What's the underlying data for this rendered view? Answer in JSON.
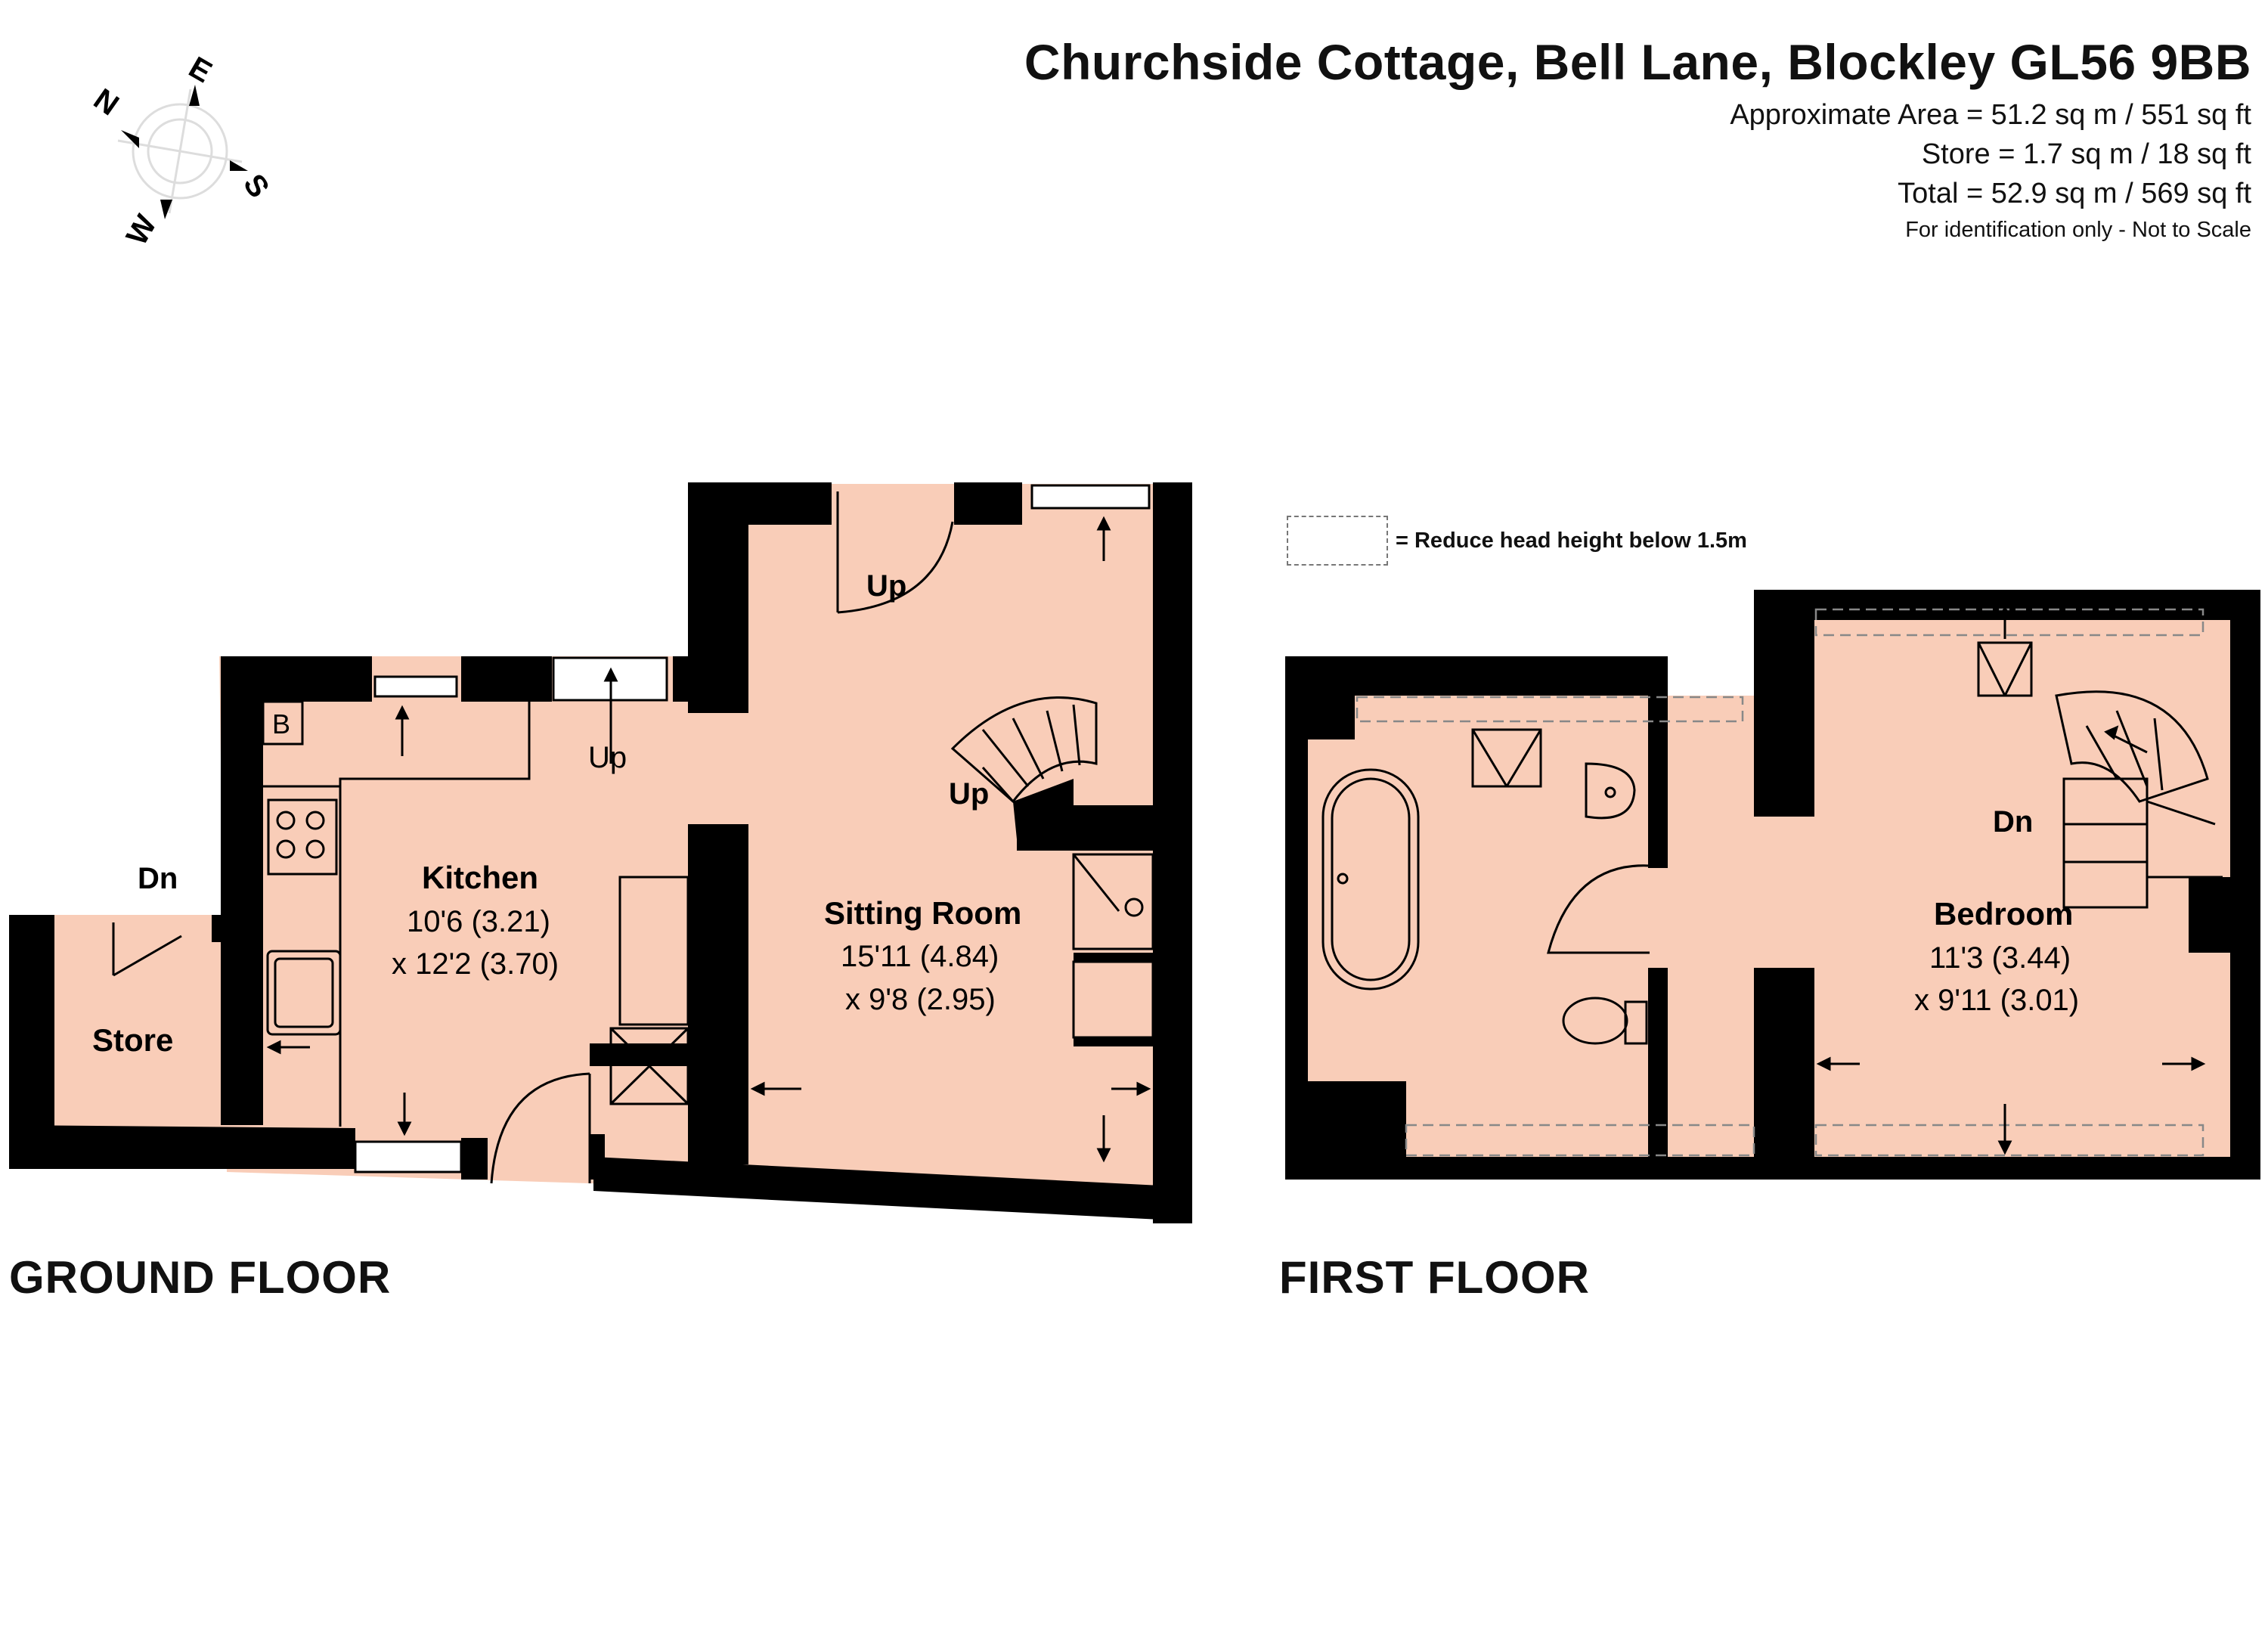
{
  "header": {
    "title": "Churchside Cottage, Bell Lane, Blockley GL56 9BB",
    "approx_area": "Approximate Area = 51.2 sq m / 551 sq ft",
    "store_area": "Store = 1.7 sq m / 18 sq ft",
    "total_area": "Total = 52.9 sq m / 569 sq ft",
    "disclaimer": "For identification only - Not to Scale"
  },
  "compass": {
    "n": "N",
    "e": "E",
    "s": "S",
    "w": "W"
  },
  "legend": {
    "text": "= Reduce head height below 1.5m"
  },
  "ground_floor": {
    "label": "GROUND FLOOR",
    "boiler": "B",
    "store": {
      "name": "Store",
      "stair": "Dn"
    },
    "kitchen": {
      "name": "Kitchen",
      "dim1": "10'6 (3.21)",
      "dim2": "x 12'2 (3.70)",
      "stair": "Up"
    },
    "sitting": {
      "name": "Sitting Room",
      "dim1": "15'11 (4.84)",
      "dim2": "x 9'8 (2.95)",
      "stair_top": "Up",
      "stair_spiral": "Up"
    }
  },
  "first_floor": {
    "label": "FIRST FLOOR",
    "bedroom": {
      "name": "Bedroom",
      "dim1": "11'3 (3.44)",
      "dim2": "x 9'11 (3.01)",
      "stair": "Dn"
    }
  },
  "colors": {
    "room_fill": "#f9cdb8",
    "wall": "#000000",
    "dashed": "#888888"
  }
}
